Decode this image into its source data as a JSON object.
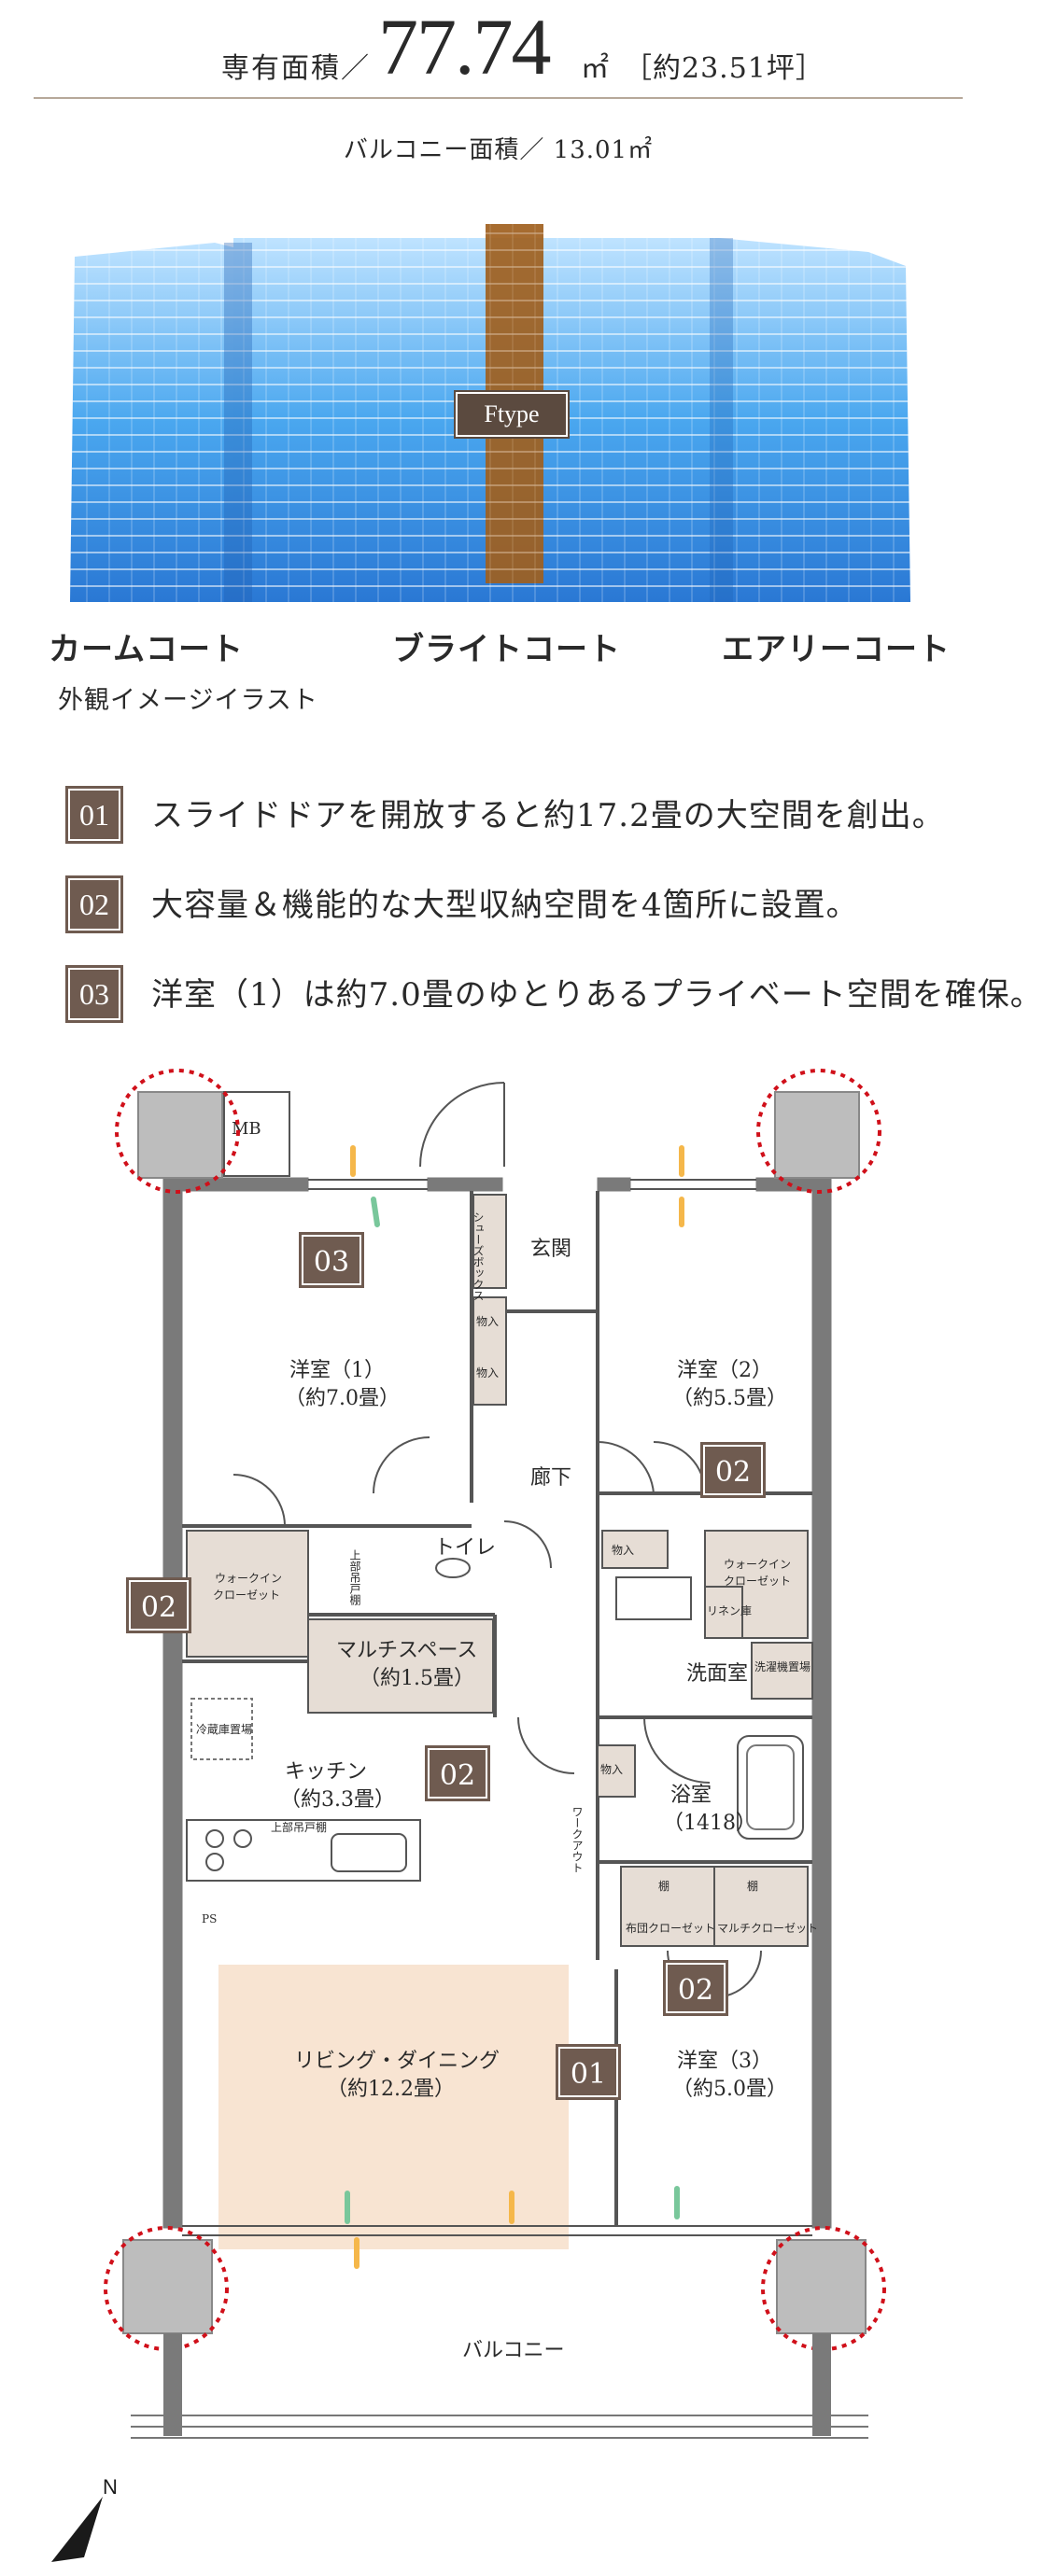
{
  "header": {
    "label": "専有面積／",
    "area_value": "77.74",
    "area_unit": "㎡",
    "tsubo": "［約23.51坪］",
    "balcony": "バルコニー面積／ 13.01㎡"
  },
  "building": {
    "type_label": "Ftype",
    "courts": [
      "カームコート",
      "ブライトコート",
      "エアリーコート"
    ],
    "caption": "外観イメージイラスト"
  },
  "features": [
    {
      "num": "01",
      "text": "スライドドアを開放すると約17.2畳の大空間を創出。"
    },
    {
      "num": "02",
      "text": "大容量＆機能的な大型収納空間を4箇所に設置。"
    },
    {
      "num": "03",
      "text": "洋室（1）は約7.0畳のゆとりあるプライベート空間を確保。"
    }
  ],
  "plan": {
    "rooms": {
      "western1_name": "洋室（1）",
      "western1_size": "（約7.0畳）",
      "western2_name": "洋室（2）",
      "western2_size": "（約5.5畳）",
      "western3_name": "洋室（3）",
      "western3_size": "（約5.0畳）",
      "living_name": "リビング・ダイニング",
      "living_size": "（約12.2畳）",
      "kitchen_name": "キッチン",
      "kitchen_size": "（約3.3畳）",
      "multi_name": "マルチスペース",
      "multi_size": "（約1.5畳）",
      "bath_name": "浴室",
      "bath_size": "（1418）",
      "entrance": "玄関",
      "corridor": "廊下",
      "toilet": "トイレ",
      "washroom": "洗面室",
      "balcony": "バルコニー"
    },
    "storage": {
      "mb": "MB",
      "shoebox": "シューズボックス",
      "storage1": "物入",
      "storage2": "物入",
      "storage3": "物入",
      "storage4": "物入",
      "walkin_left": "ウォークイン\nクローゼット",
      "walkin_left_1": "ウォークイン",
      "walkin_left_2": "クローゼット",
      "walkin_right_1": "ウォークイン",
      "walkin_right_2": "クローゼット",
      "linen": "リネン庫",
      "laundry": "洗濯機置場",
      "fridge": "冷蔵庫置場",
      "upper_cabinet": "上部吊戸棚",
      "upper_cabinet2": "上部吊戸棚",
      "futon": "布団クローゼット",
      "multi_closet": "マルチクローゼット",
      "shelf1": "棚",
      "shelf2": "棚",
      "workout": "ワークアウト",
      "ps": "PS"
    },
    "badges": [
      "03",
      "02",
      "02",
      "02",
      "02",
      "01"
    ],
    "compass": "N",
    "colors": {
      "badge": "#6f5b50",
      "living_highlight": "#f8e4d2",
      "storage_fill": "#e6ddd5",
      "column_fill": "#bdbdbd",
      "highlight_ring": "#d0101a",
      "building_glass": "#3c9be8",
      "building_accent": "#a0601e"
    }
  }
}
